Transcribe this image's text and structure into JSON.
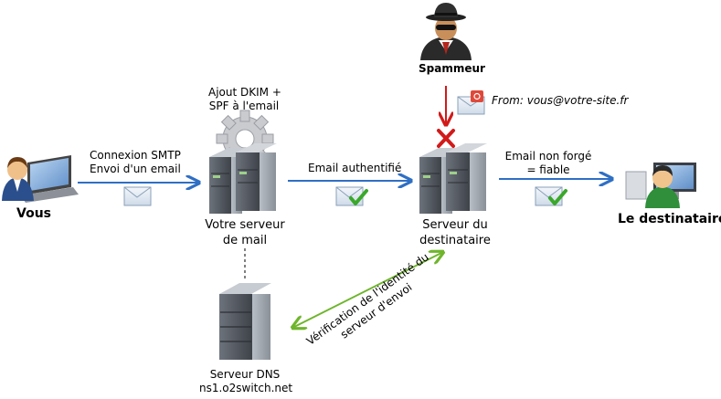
{
  "nodes": {
    "you": "Vous",
    "spammer": "Spammeur",
    "recipient": "Le destinataire",
    "your_server": [
      "Votre serveur",
      "de mail"
    ],
    "dest_server": [
      "Serveur du",
      "destinataire"
    ],
    "dns_server": [
      "Serveur DNS",
      "ns1.o2switch.net"
    ]
  },
  "edges": {
    "smtp": [
      "Connexion SMTP",
      "Envoi d'un email"
    ],
    "dkim": [
      "Ajout DKIM +",
      "SPF à l'email"
    ],
    "authenticated": "Email authentifié",
    "not_forged": [
      "Email non forgé",
      "= fiable"
    ],
    "verification": [
      "Vérification de l'identité du",
      "serveur d'envoi"
    ],
    "spoof_from": "From: vous@votre-site.fr"
  },
  "colors": {
    "flow_arrow": "#2f6fc4",
    "verify_arrow": "#6fb52c",
    "spam_arrow": "#d21a1a",
    "server_dark": "#4a4e55",
    "server_light": "#9aa1aa",
    "check_green": "#3aa82a"
  }
}
